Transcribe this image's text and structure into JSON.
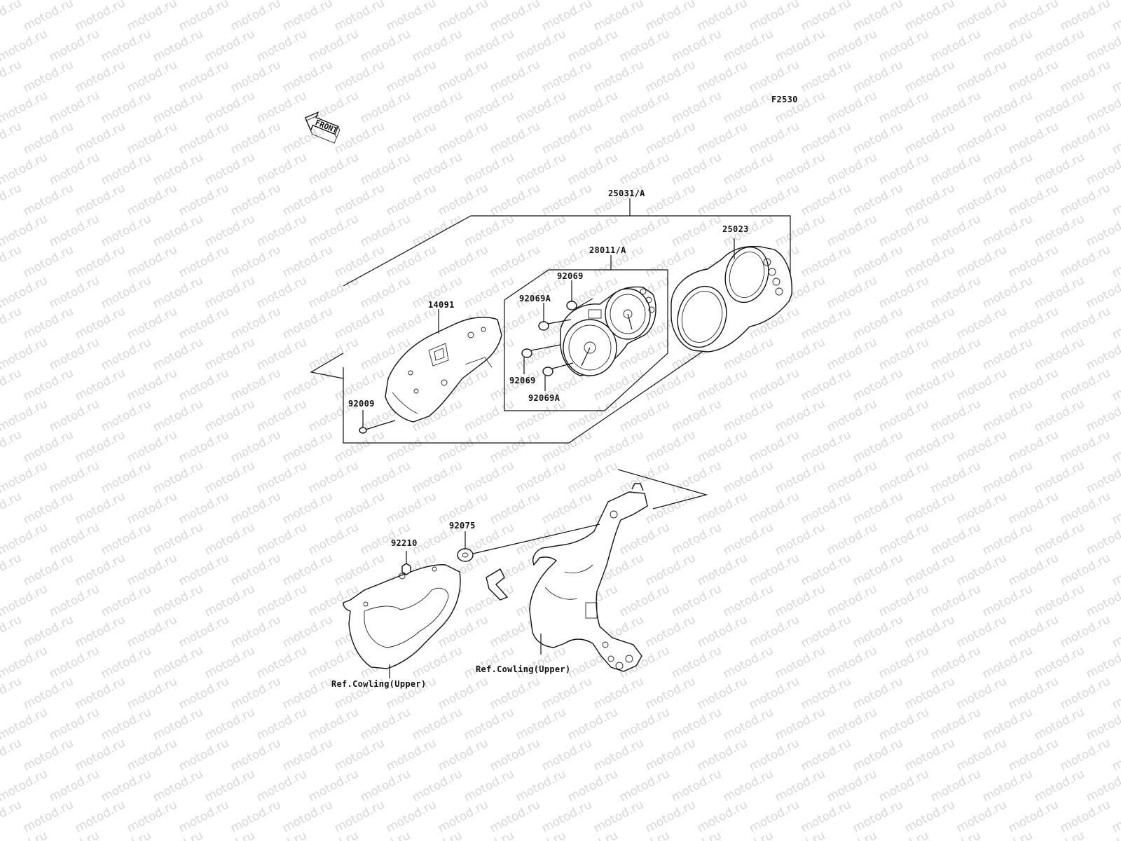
{
  "diagram": {
    "figure_code": "F2530",
    "watermark_text": "motod.ru",
    "front_arrow_label": "FRONT",
    "labels": {
      "p25031A": "25031/A",
      "p25023": "25023",
      "p28011A": "28011/A",
      "p92069_top": "92069",
      "p92069A_top": "92069A",
      "p14091": "14091",
      "p92069_bottom": "92069",
      "p92069A_bottom": "92069A",
      "p92009": "92009",
      "p92075": "92075",
      "p92210": "92210",
      "ref_cowling_left": "Ref.Cowling(Upper)",
      "ref_cowling_right": "Ref.Cowling(Upper)"
    }
  }
}
